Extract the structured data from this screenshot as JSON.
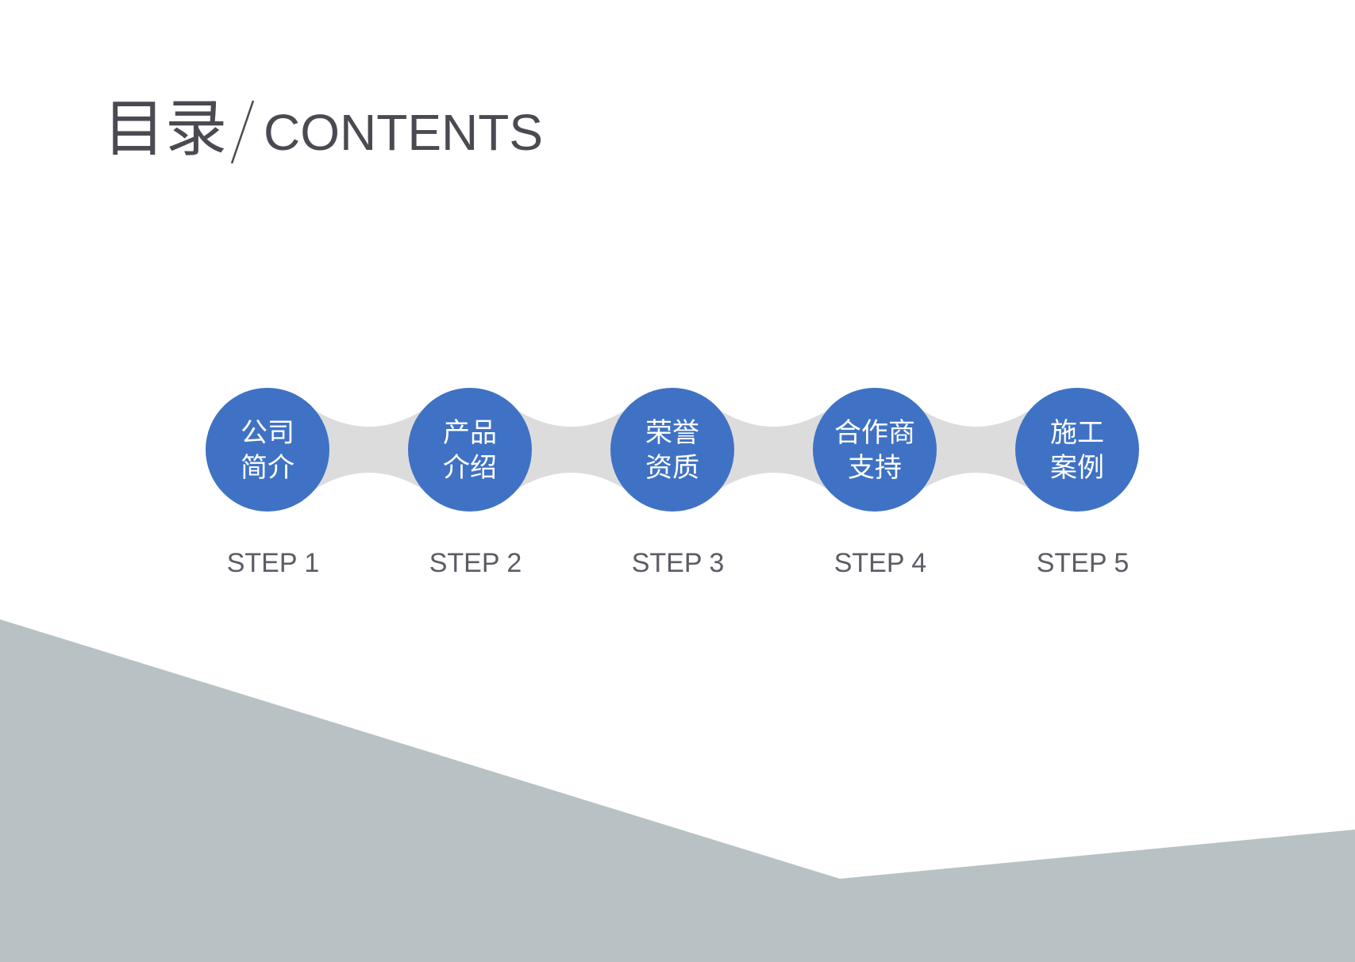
{
  "title": {
    "chinese": "目录",
    "english": "CONTENTS"
  },
  "steps": [
    {
      "line1": "公司",
      "line2": "简介",
      "step_label": "STEP 1"
    },
    {
      "line1": "产品",
      "line2": "介绍",
      "step_label": "STEP 2"
    },
    {
      "line1": "荣誉",
      "line2": "资质",
      "step_label": "STEP 3"
    },
    {
      "line1": "合作商",
      "line2": "支持",
      "step_label": "STEP 4"
    },
    {
      "line1": "施工",
      "line2": "案例",
      "step_label": "STEP 5"
    }
  ],
  "colors": {
    "circle": "#3f72c4",
    "connector": "#dddcdc",
    "bottom_shape": "#b8c2c5",
    "title_text": "#4a4a52",
    "step_text": "#5c5c66"
  }
}
